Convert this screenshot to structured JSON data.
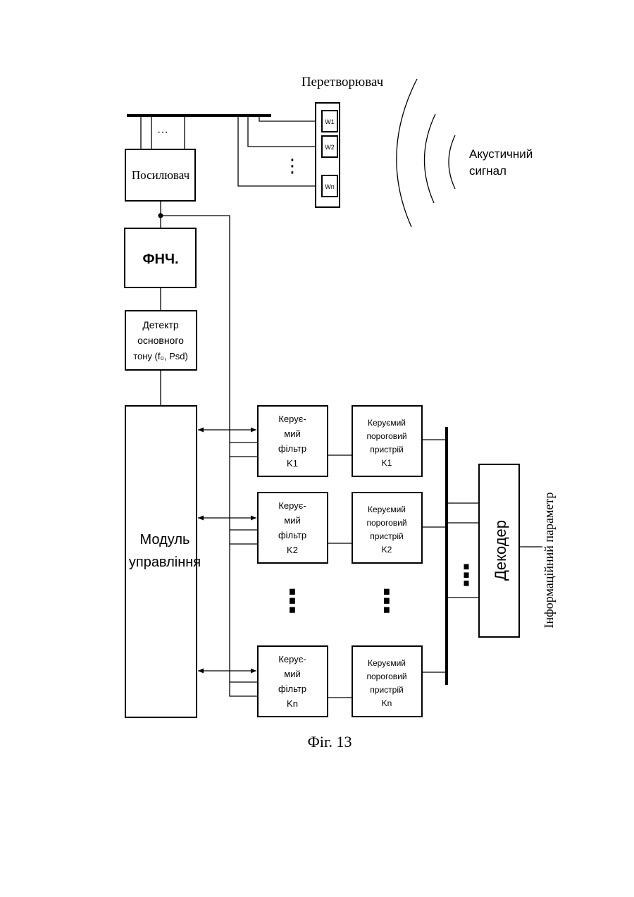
{
  "transducer": {
    "title": "Перетворювач",
    "elements": [
      "W1",
      "W2",
      "Wn"
    ],
    "ellipsis": "⋮"
  },
  "acoustic": {
    "line1": "Акустичний",
    "line2": "сигнал"
  },
  "bus_top_ellipsis": "···",
  "amplifier": {
    "label": "Посилювач"
  },
  "lpf": {
    "label": "ФНЧ."
  },
  "pitch_detector": {
    "line1": "Детектр",
    "line2": "основного",
    "line3": "тону (f₀, Psd)"
  },
  "control_module": {
    "line1": "Модуль",
    "line2": "управління"
  },
  "filters": [
    {
      "line1": "Керує-",
      "line2": "мий",
      "line3": "фільтр",
      "line4": "K1"
    },
    {
      "line1": "Керує-",
      "line2": "мий",
      "line3": "фільтр",
      "line4": "K2"
    },
    {
      "line1": "Керує-",
      "line2": "мий",
      "line3": "фільтр",
      "line4": "Kn"
    }
  ],
  "thresholds": [
    {
      "line1": "Керуємий",
      "line2": "пороговий",
      "line3": "пристрій",
      "line4": "K1"
    },
    {
      "line1": "Керуємий",
      "line2": "пороговий",
      "line3": "пристрій",
      "line4": "K2"
    },
    {
      "line1": "Керуємий",
      "line2": "пороговий",
      "line3": "пристрій",
      "line4": "Kn"
    }
  ],
  "column_ellipsis": "⋮",
  "decoder": {
    "label": "Декодер",
    "ellipsis": "⋮"
  },
  "output": {
    "label": "Інформаційний параметр"
  },
  "caption": "Фіг. 13"
}
